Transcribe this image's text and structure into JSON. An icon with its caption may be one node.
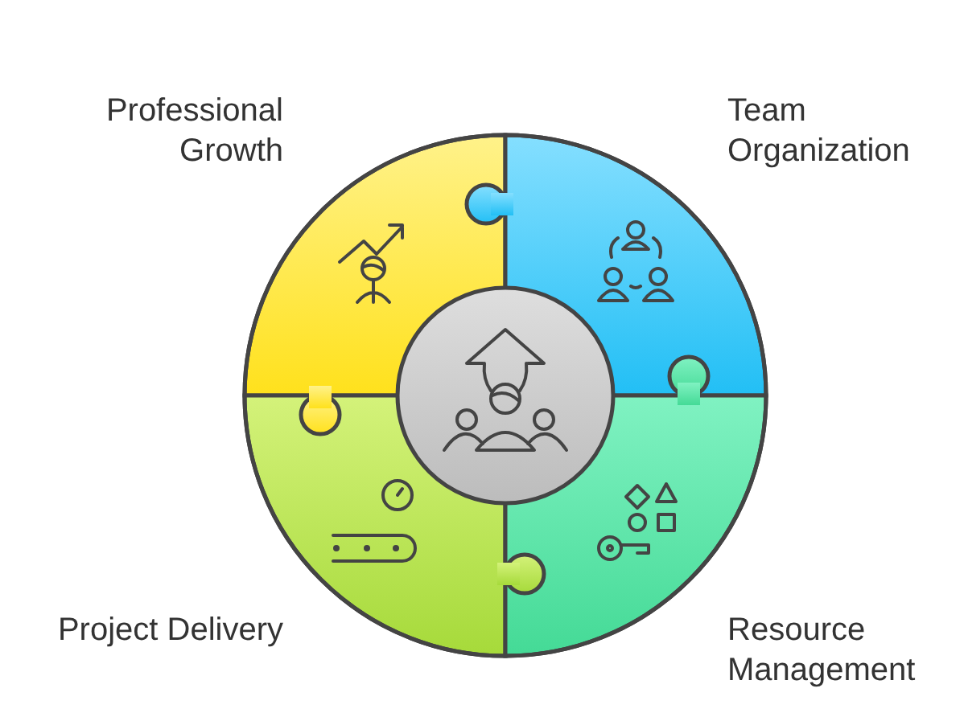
{
  "diagram": {
    "labels": [
      "Professional Growth",
      "Team Organization",
      "Project Delivery",
      "Resource Management"
    ]
  }
}
